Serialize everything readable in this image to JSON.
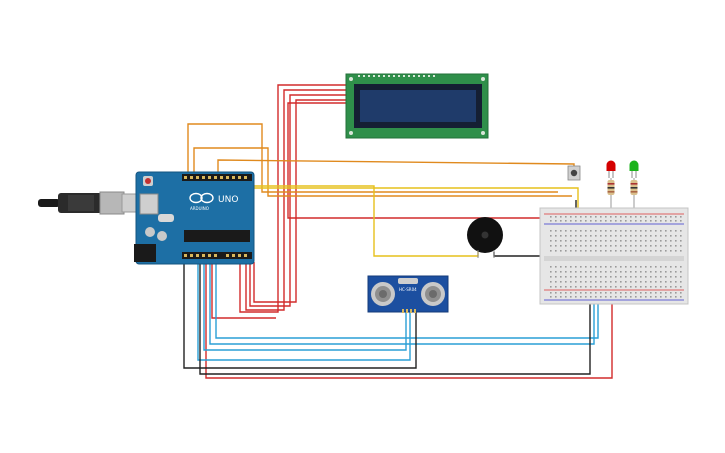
{
  "app": {
    "title": "Arduino circuit"
  },
  "arduino": {
    "model_label": "UNO",
    "brand_label": "ARDUINO"
  },
  "ultrasonic": {
    "label": "HC-SR04"
  },
  "components": {
    "lcd": "lcd-16x2",
    "buzzer": "piezo-buzzer",
    "leds": [
      "red",
      "green"
    ],
    "button": "pushbutton",
    "breadboard": "breadboard-half"
  },
  "colors": {
    "board": "#1d6fa5",
    "lcd_pcb": "#2f8f4a",
    "lcd_screen": "#1f3b6a",
    "wire_red": "#d22b2b",
    "wire_orange": "#e08a1e",
    "wire_yellow": "#e6c01c",
    "wire_blue": "#2a9fd6",
    "wire_black": "#222222",
    "led_red": "#d40000",
    "led_green": "#1bb31b",
    "sensor": "#1c4fa0"
  }
}
